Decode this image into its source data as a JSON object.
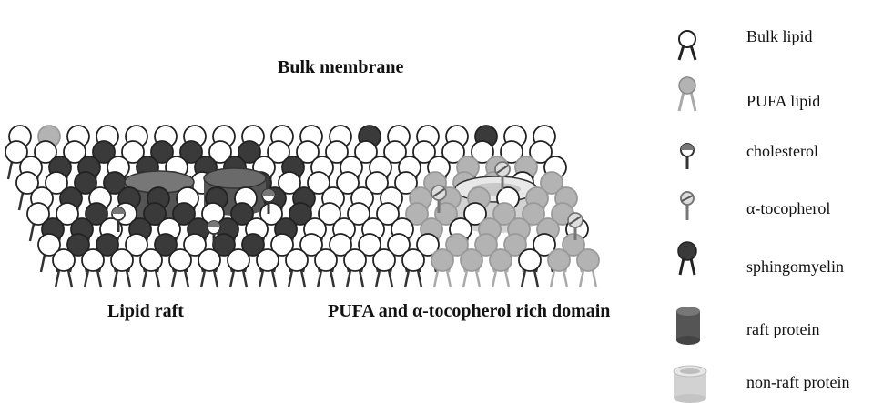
{
  "labels": {
    "bulk_membrane": "Bulk membrane",
    "lipid_raft": "Lipid raft",
    "pufa_domain": "PUFA  and α-tocopherol rich domain"
  },
  "legend": [
    {
      "label": "Bulk lipid",
      "icon": "bulk-lipid-icon"
    },
    {
      "label": "PUFA lipid",
      "icon": "pufa-lipid-icon"
    },
    {
      "label": "cholesterol",
      "icon": "cholesterol-icon"
    },
    {
      "label": "α-tocopherol",
      "icon": "tocopherol-icon"
    },
    {
      "label": "sphingomyelin",
      "icon": "sphingomyelin-icon"
    },
    {
      "label": "raft protein",
      "icon": "raft-protein-icon"
    },
    {
      "label": "non-raft protein",
      "icon": "non-raft-protein-icon"
    }
  ],
  "colors": {
    "bulk": "#ffffff",
    "pufa": "#b3b3b3",
    "sphingomyelin": "#3a3a3a",
    "raft_protein": "#555555",
    "nonraft_protein": "#d2d2d2",
    "outline": "#222222"
  }
}
